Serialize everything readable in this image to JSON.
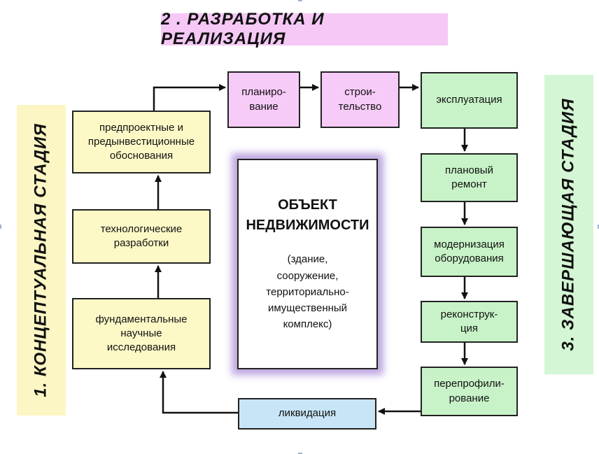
{
  "stages": {
    "development": "2 . РАЗРАБОТКА  И  РЕАЛИЗАЦИЯ",
    "conceptual": "1. КОНЦЕПТУАЛЬНАЯ СТАДИЯ",
    "final": "3. ЗАВЕРШАЮЩАЯ СТАДИЯ"
  },
  "boxes": {
    "preproject": [
      "предпроектные и",
      "предынвестиционные",
      "обоснования"
    ],
    "tech": [
      "технологические",
      "разработки"
    ],
    "research": [
      "фундаментальные",
      "научные",
      "исследования"
    ],
    "planning": [
      "планиро-",
      "вание"
    ],
    "construction": [
      "строи-",
      "тельство"
    ],
    "operation": [
      "эксплуатация"
    ],
    "repair": [
      "плановый",
      "ремонт"
    ],
    "modernization": [
      "модернизация",
      "оборудования"
    ],
    "reconstruction": [
      "реконструк-",
      "ция"
    ],
    "reprofiling": [
      "перепрофили-",
      "рование"
    ],
    "liquidation": [
      "ликвидация"
    ]
  },
  "center": {
    "title": [
      "ОБЪЕКТ",
      "НЕДВИЖИМОСТИ"
    ],
    "subtitle": [
      "(здание,",
      "сооружение,",
      "территориально-",
      "имущественный",
      "комплекс)"
    ]
  }
}
